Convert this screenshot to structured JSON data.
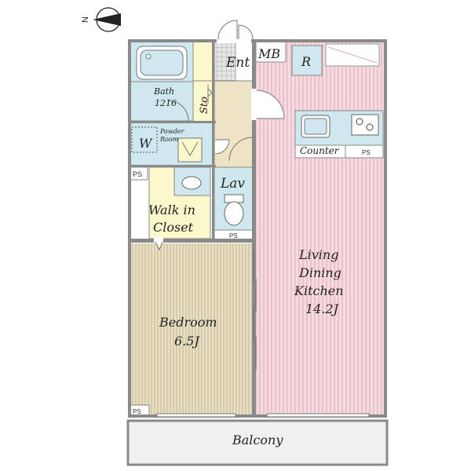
{
  "compass": {
    "north_label": "N"
  },
  "rooms": {
    "entrance": "Ent",
    "meter_box": "MB",
    "refrigerator": "R",
    "bath_name": "Bath",
    "bath_size": "1216",
    "storage": "Sto",
    "washer": "W",
    "powder_room_line1": "Powder",
    "powder_room_line2": "Room",
    "lavatory": "Lav",
    "walk_in_closet_line1": "Walk in",
    "walk_in_closet_line2": "Closet",
    "ldk_line1": "Living",
    "ldk_line2": "Dining",
    "ldk_line3": "Kitchen",
    "ldk_size": "14.2J",
    "bedroom_name": "Bedroom",
    "bedroom_size": "6.5J",
    "counter": "Counter",
    "balcony": "Balcony"
  },
  "pipe_spaces": [
    "PS",
    "PS",
    "PS",
    "PS"
  ],
  "colors": {
    "wall": "#8a8a8a",
    "ldk_floor": "#f3dbe0",
    "ldk_stripe": "#e4a9b4",
    "bedroom_floor": "#e7e0c6",
    "bedroom_stripe": "#c3b68f",
    "wet_area": "#cfe8ef",
    "closet": "#fbf8cc",
    "hall": "#efe3c6",
    "balcony": "#f0f0f0"
  }
}
